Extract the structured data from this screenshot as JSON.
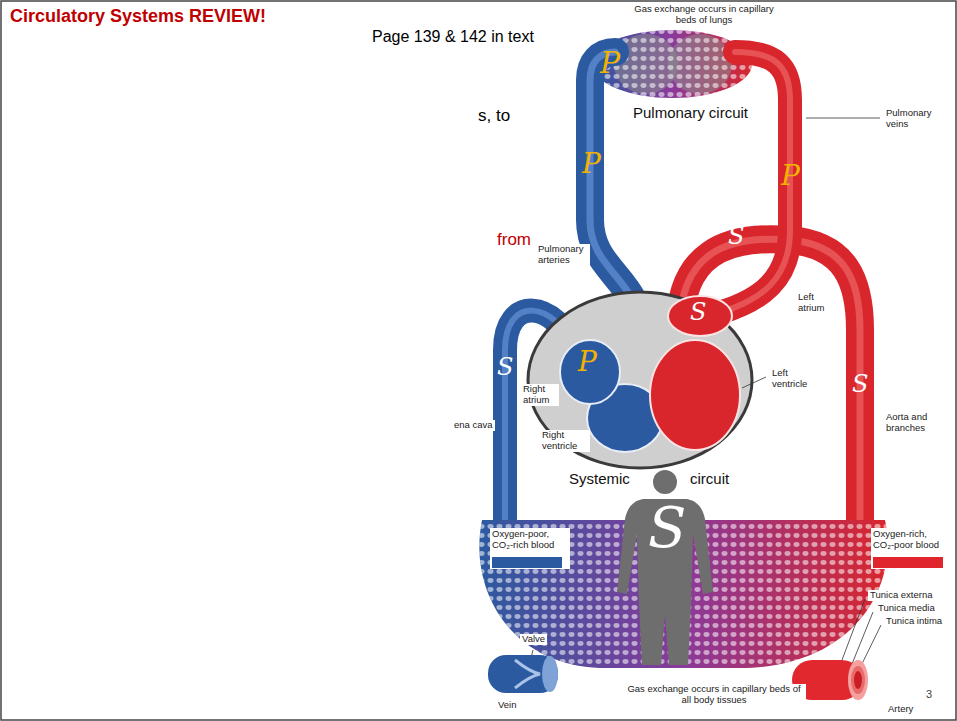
{
  "diagram": {
    "title": "Circulatory Systems REVIEW!",
    "labels": [
      "Page 139 & 142 in text",
      "Gas exchange occurs in capillary beds of lungs",
      "P",
      "Pulmonary circuit",
      "s, to",
      "Pulmonary veins",
      "P",
      "P",
      "S",
      "from",
      "Pulmonary arteries",
      "Left atrium",
      "S",
      "P",
      "S",
      "Left ventricle",
      "S",
      "Right atrium",
      "Aorta and branches",
      "ena cava",
      "Right ventricle",
      "Systemic",
      "circuit",
      "S",
      "Tunica externa",
      "Tunica media",
      "Tunica intima",
      "Valve",
      "Gas exchange occurs in capillary beds of all body tissues",
      "3",
      "Vein",
      "Artery"
    ],
    "legend": [
      {
        "text": "Oxygen-poor, CO₂-rich blood",
        "color": "#2c5aa0"
      },
      {
        "text": "Oxygen-rich, CO₂-poor blood",
        "color": "#e0262c"
      }
    ]
  }
}
